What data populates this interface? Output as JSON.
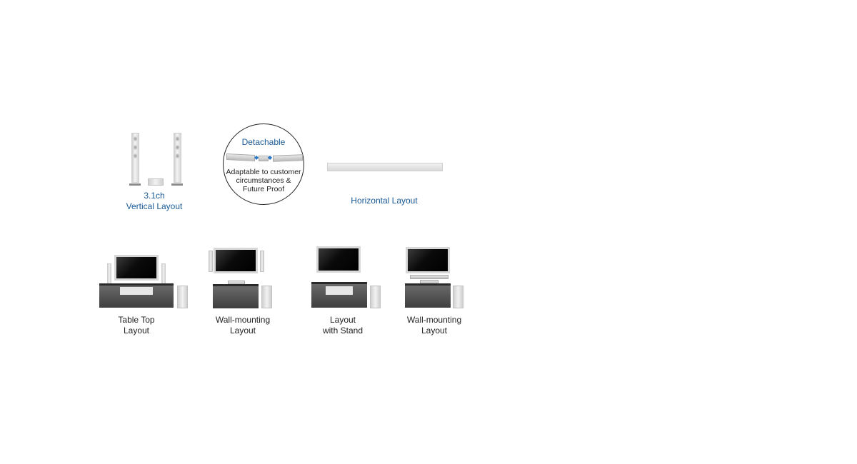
{
  "top_row": {
    "vertical": {
      "line1": "3.1ch",
      "line2": "Vertical Layout"
    },
    "detachable": {
      "title": "Detachable",
      "line1": "Adaptable to customer",
      "line2": "circumstances &",
      "line3": "Future Proof"
    },
    "horizontal": {
      "label": "Horizontal Layout"
    }
  },
  "bottom_row": [
    {
      "line1": "Table Top",
      "line2": "Layout"
    },
    {
      "line1": "Wall-mounting",
      "line2": "Layout"
    },
    {
      "line1": "Layout",
      "line2": "with Stand"
    },
    {
      "line1": "Wall-mounting",
      "line2": "Layout"
    }
  ],
  "colors": {
    "label_blue": "#1a5a96",
    "label_dark": "#222222"
  }
}
